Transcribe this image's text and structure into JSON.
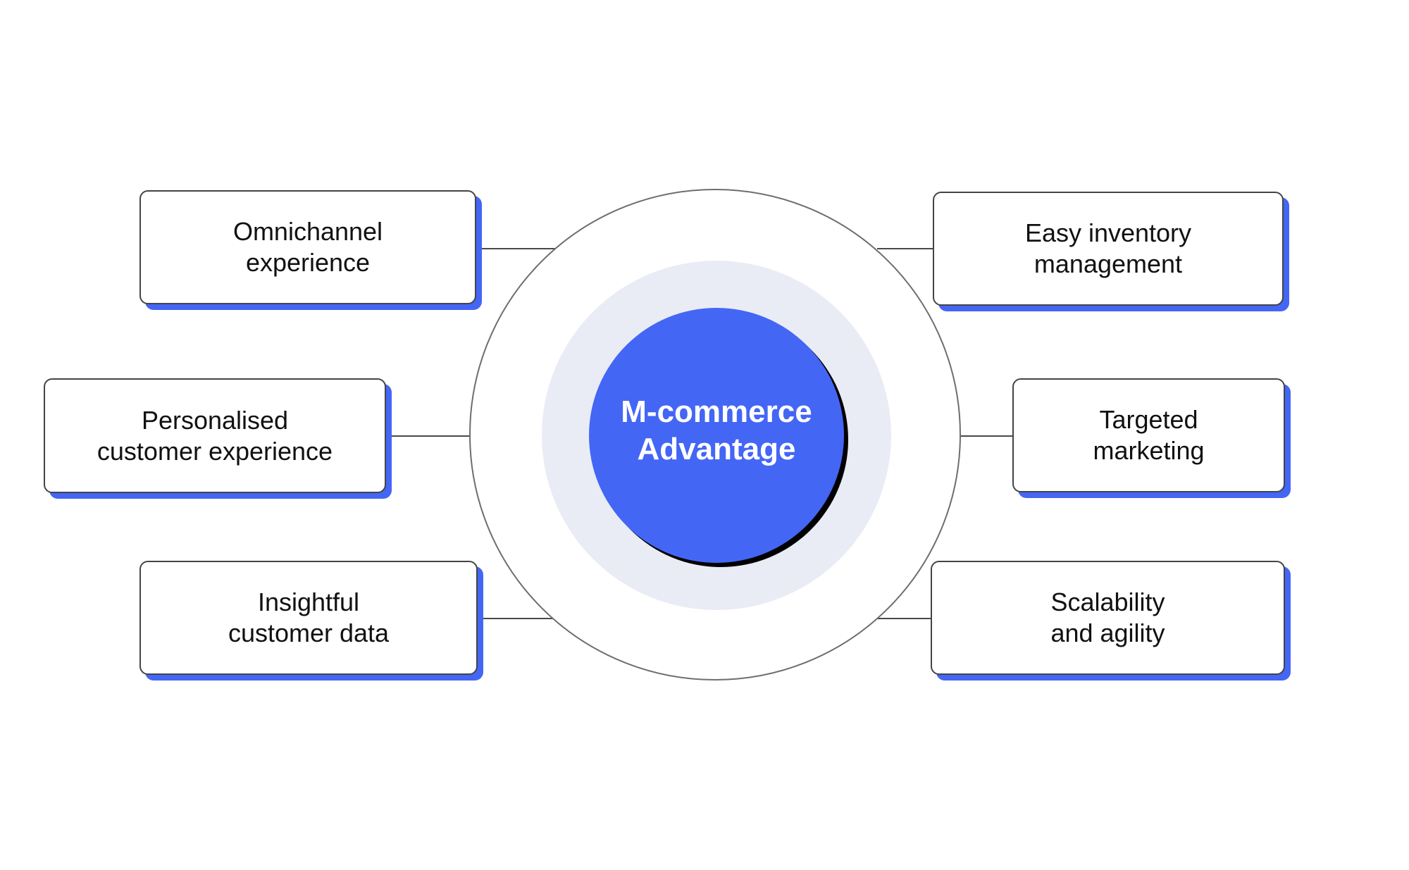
{
  "diagram": {
    "center": {
      "lines": [
        "M-commerce",
        "Advantage"
      ]
    },
    "benefits": [
      {
        "id": "omnichannel",
        "lines": [
          "Omnichannel",
          "experience"
        ],
        "side": "left"
      },
      {
        "id": "personalised",
        "lines": [
          "Personalised",
          "customer experience"
        ],
        "side": "left"
      },
      {
        "id": "insightful",
        "lines": [
          "Insightful",
          "customer data"
        ],
        "side": "left"
      },
      {
        "id": "inventory",
        "lines": [
          "Easy inventory",
          "management"
        ],
        "side": "right"
      },
      {
        "id": "targeted",
        "lines": [
          "Targeted",
          "marketing"
        ],
        "side": "right"
      },
      {
        "id": "scalability",
        "lines": [
          "Scalability",
          "and agility"
        ],
        "side": "right"
      }
    ],
    "colors": {
      "accent": "#4466f5",
      "halo": "#e9ecf4",
      "border": "#444444",
      "ring": "#6e6e6e"
    }
  }
}
